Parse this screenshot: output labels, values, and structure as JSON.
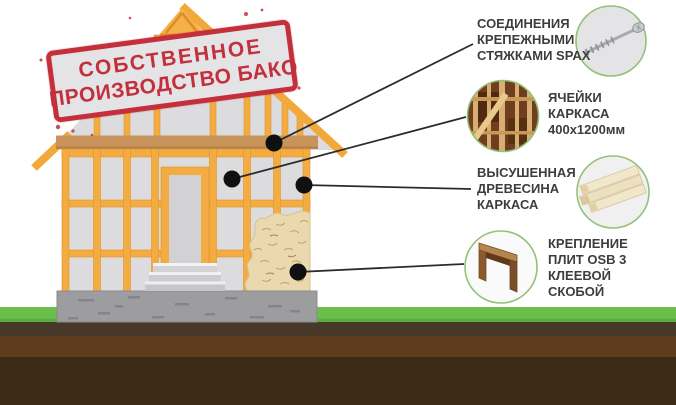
{
  "stamp": {
    "line1": "СОБСТВЕННОЕ",
    "line2": "ПРОИЗВОДСТВО БАКО"
  },
  "callouts": [
    {
      "id": "spax",
      "icon": "spax-screw-icon",
      "icon_side": "right",
      "lines": [
        "СОЕДИНЕНИЯ",
        "КРЕПЕЖНЫМИ",
        "СТЯЖКАМИ SPAX"
      ]
    },
    {
      "id": "cells",
      "icon": "frame-cells-photo-icon",
      "icon_side": "left",
      "lines": [
        "ЯЧЕЙКИ",
        "КАРКАСА",
        "400х1200мм"
      ]
    },
    {
      "id": "wood",
      "icon": "dried-planks-icon",
      "icon_side": "right",
      "lines": [
        "ВЫСУШЕННАЯ",
        "ДРЕВЕСИНА",
        "КАРКАСА"
      ]
    },
    {
      "id": "osb",
      "icon": "glue-staple-icon",
      "icon_side": "left",
      "lines": [
        "КРЕПЛЕНИЕ",
        "ПЛИТ OSB 3",
        "КЛЕЕВОЙ",
        "СКОБОЙ"
      ]
    }
  ],
  "colors": {
    "stamp_red": "#c3303c",
    "frame_orange": "#f3ac42",
    "beam_tan": "#c9945c",
    "wall_gray": "#dcdcde",
    "door_gray": "#d2d2d5",
    "foundation_gray": "#9d9da0",
    "grass_green": "#6cbe4b",
    "soil_top": "#473829",
    "soil_mid": "#5e3d1e",
    "soil_deep": "#3c2a16",
    "osb_beige": "#ead9ae",
    "circle_border_green": "#94c178",
    "callout_line": "#2b2b2b"
  }
}
